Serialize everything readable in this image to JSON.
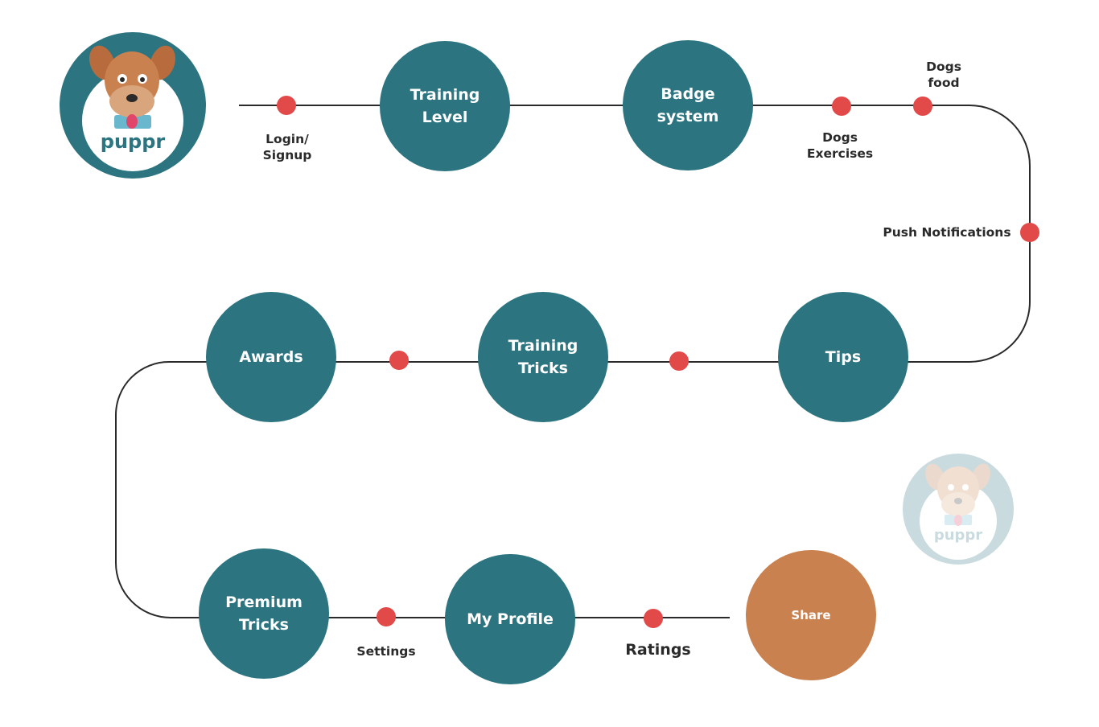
{
  "colors": {
    "node": "#2b7480",
    "share": "#c98150",
    "dot": "#e24a4a",
    "line": "#2a2a2a",
    "logo_ring": "#2b7480",
    "logo_inner": "#ffffff",
    "dog_fur": "#c98150"
  },
  "logo": {
    "name": "puppr"
  },
  "watermark_logo": {
    "name": "puppr"
  },
  "nodes": {
    "training_level": "Training\nLevel",
    "badge_system": "Badge\nsystem",
    "tips": "Tips",
    "training_tricks": "Training\nTricks",
    "awards": "Awards",
    "premium_tricks": "Premium\nTricks",
    "my_profile": "My Profile",
    "share": "Share"
  },
  "labels": {
    "login_signup": "Login/\nSignup",
    "dogs_exercises": "Dogs\nExercises",
    "dogs_food": "Dogs\nfood",
    "push_notifications": "Push Notifications",
    "settings": "Settings",
    "ratings": "Ratings"
  }
}
